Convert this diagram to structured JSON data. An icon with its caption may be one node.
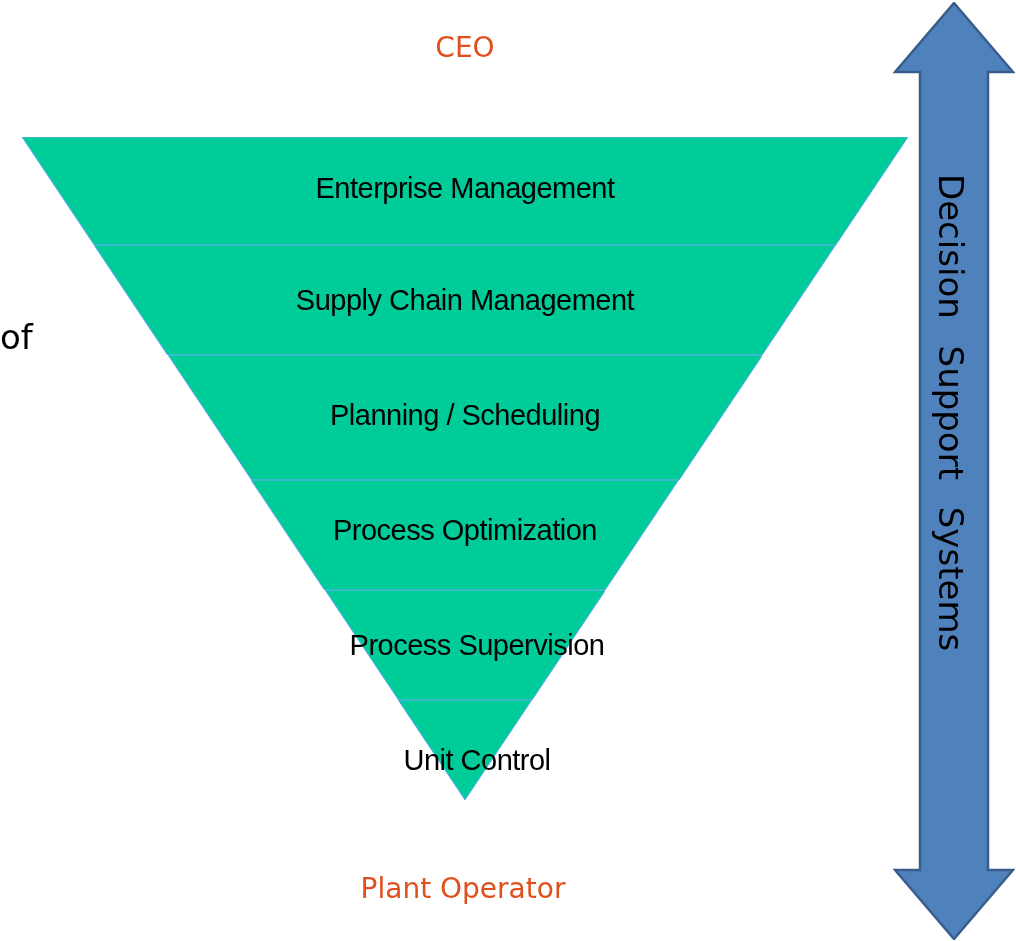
{
  "diagram": {
    "nodes": [
      {
        "text": [
          "Enterprise Management"
        ]
      },
      {
        "text": [
          "Supply Chain Management"
        ]
      },
      {
        "text": [
          "Planning / Scheduling"
        ]
      },
      {
        "text": [
          "Process Optimization"
        ]
      },
      {
        "text": [
          "Process Supervision"
        ]
      },
      {
        "text": [
          "Unit Control"
        ]
      },
      {
        "text": [
          "Decision Support Systems"
        ]
      }
    ],
    "edges": [],
    "labels": [
      "CEO",
      "of",
      "Plant Operator"
    ]
  }
}
